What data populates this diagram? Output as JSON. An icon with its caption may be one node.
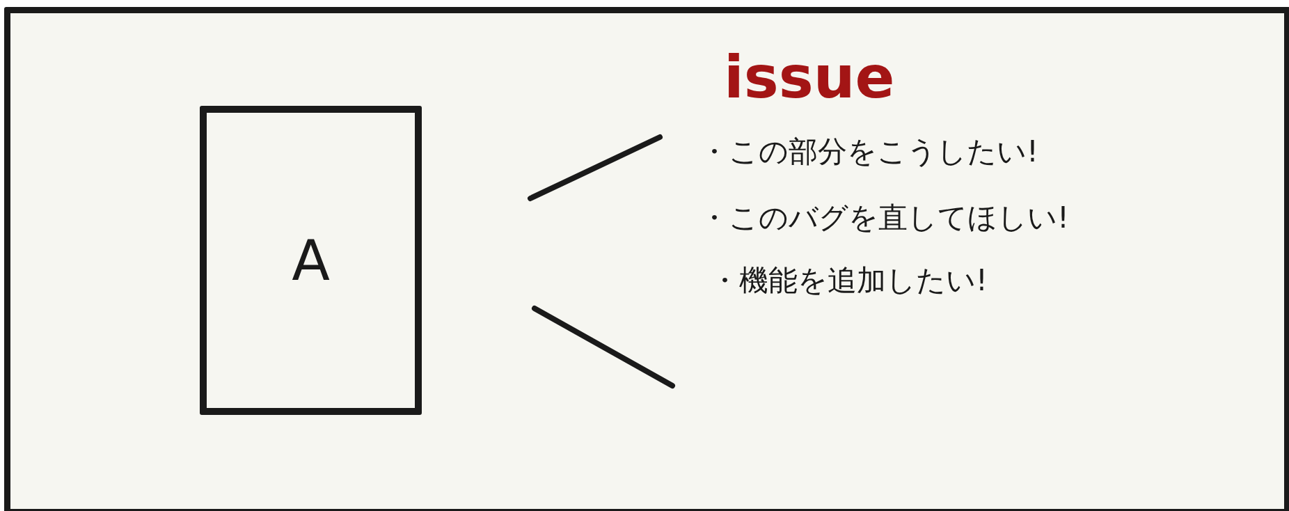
{
  "diagram": {
    "nodes": [
      {
        "text": [
          "A"
        ]
      }
    ],
    "labels": [
      "issue",
      "・この部分をこうしたい!",
      "・このバグを直してほしい!",
      "・機能を追加したい!"
    ]
  }
}
